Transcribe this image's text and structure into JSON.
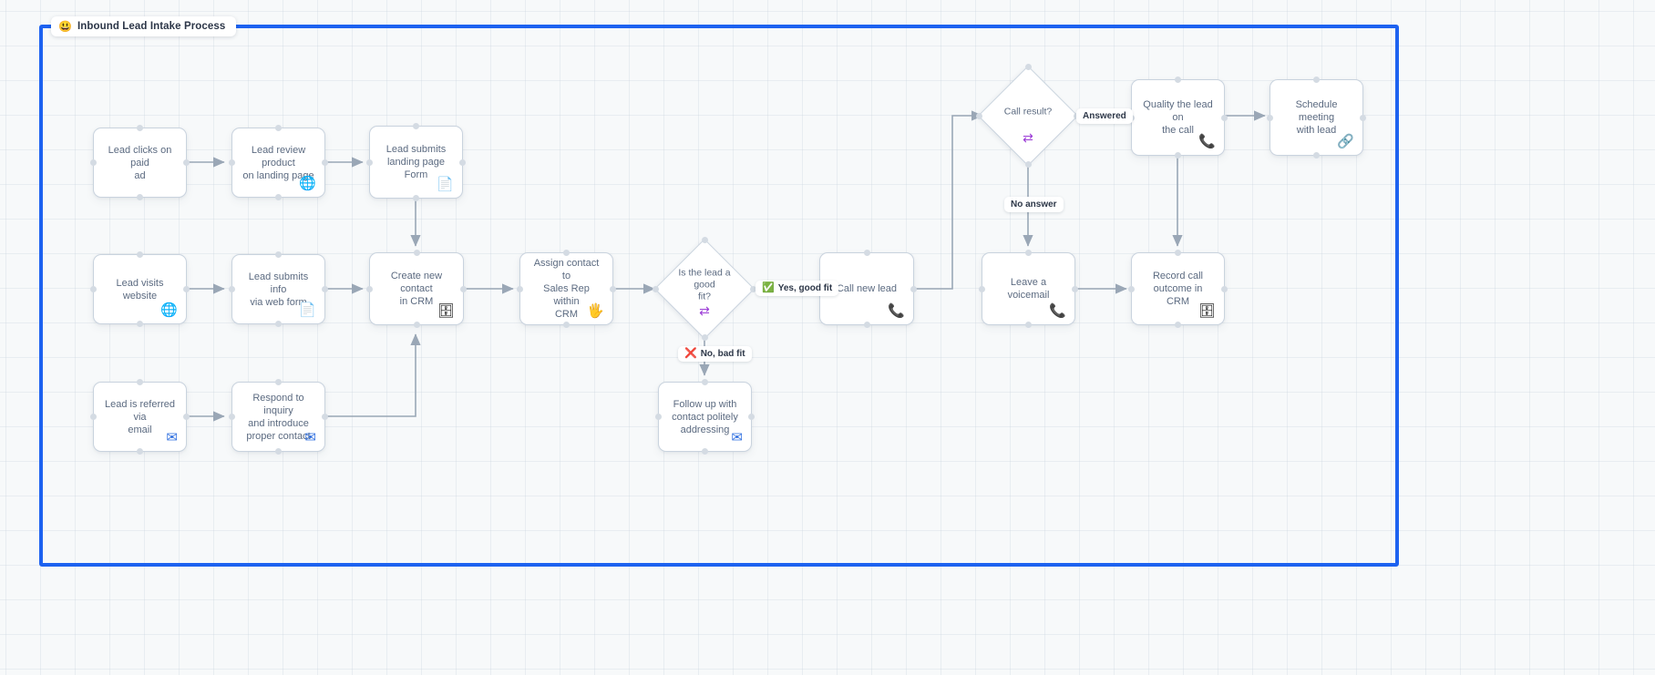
{
  "app": {
    "title": "Inbound Lead Intake Process",
    "title_emoji": "😃",
    "selection_color": "#1d62f0",
    "canvas_bg": "#f7f9fa",
    "node_border": "#c9d3de",
    "edge_color": "#9aa7b6"
  },
  "nodes": [
    {
      "id": "lead-clicks-paid-ad",
      "label": "Lead clicks on paid\nad",
      "icon": "",
      "icon_name": "none",
      "type": "process"
    },
    {
      "id": "lead-review-product",
      "label": "Lead review product\non landing page",
      "icon": "🌐",
      "icon_name": "globe-icon",
      "type": "process"
    },
    {
      "id": "lead-submits-form",
      "label": "Lead submits\nlanding page Form",
      "icon": "📄",
      "icon_name": "document-icon",
      "type": "process"
    },
    {
      "id": "lead-visits-website",
      "label": "Lead visits website",
      "icon": "🌐",
      "icon_name": "globe-icon",
      "type": "process"
    },
    {
      "id": "lead-submits-web-form",
      "label": "Lead submits info\nvia web form",
      "icon": "📄",
      "icon_name": "document-icon",
      "type": "process"
    },
    {
      "id": "create-new-contact",
      "label": "Create new contact\nin CRM",
      "icon": "🗄",
      "icon_name": "database-icon",
      "type": "process"
    },
    {
      "id": "lead-referred-email",
      "label": "Lead is referred via\nemail",
      "icon": "✉",
      "icon_name": "envelope-icon",
      "type": "process"
    },
    {
      "id": "respond-to-inquiry",
      "label": "Respond to inquiry\nand introduce\nproper contact",
      "icon": "✉",
      "icon_name": "envelope-icon",
      "type": "process"
    },
    {
      "id": "assign-contact-rep",
      "label": "Assign contact to\nSales Rep within\nCRM",
      "icon": "🖐",
      "icon_name": "hand-icon",
      "type": "process"
    },
    {
      "id": "is-lead-good-fit",
      "label": "Is the lead a good\nfit?",
      "icon": "⇄",
      "icon_name": "swap-arrows-icon",
      "type": "decision"
    },
    {
      "id": "follow-up-politely",
      "label": "Follow up with\ncontact politely\naddressing",
      "icon": "✉",
      "icon_name": "envelope-icon",
      "type": "process"
    },
    {
      "id": "call-new-lead",
      "label": "Call new lead",
      "icon": "📞",
      "icon_name": "phone-icon",
      "type": "process"
    },
    {
      "id": "call-result",
      "label": "Call result?",
      "icon": "⇄",
      "icon_name": "swap-arrows-icon",
      "type": "decision"
    },
    {
      "id": "qualify-lead-on-call",
      "label": "Quality the lead on\nthe call",
      "icon": "📞",
      "icon_name": "phone-icon",
      "type": "process"
    },
    {
      "id": "schedule-meeting",
      "label": "Schedule meeting\nwith lead",
      "icon": "🔗",
      "icon_name": "link-icon",
      "type": "process"
    },
    {
      "id": "leave-voicemail",
      "label": "Leave a voicemail",
      "icon": "📞",
      "icon_name": "phone-icon",
      "type": "process"
    },
    {
      "id": "record-call-outcome",
      "label": "Record call\noutcome in CRM",
      "icon": "🗄",
      "icon_name": "database-icon",
      "type": "process"
    }
  ],
  "edge_labels": [
    {
      "id": "yes-good-fit",
      "emoji": "✅",
      "text": "Yes, good fit"
    },
    {
      "id": "no-bad-fit",
      "emoji": "❌",
      "text": "No, bad fit"
    },
    {
      "id": "answered",
      "emoji": "",
      "text": "Answered"
    },
    {
      "id": "no-answer",
      "emoji": "",
      "text": "No answer"
    }
  ]
}
